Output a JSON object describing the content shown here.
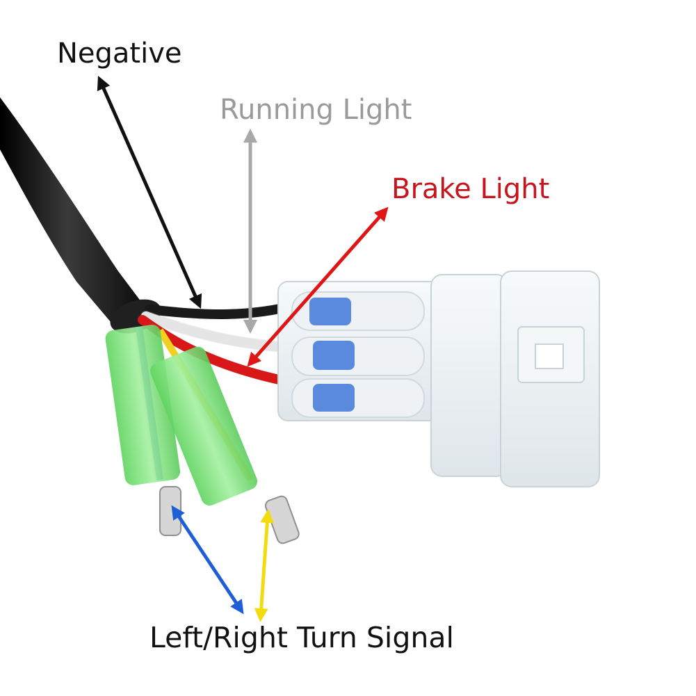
{
  "labels": {
    "negative": {
      "text": "Negative",
      "color": "#111111"
    },
    "running": {
      "text": "Running Light",
      "color": "#9a9a9a"
    },
    "brake": {
      "text": "Brake Light",
      "color": "#c8141c"
    },
    "turn_signal": {
      "text": "Left/Right Turn Signal",
      "color": "#111111"
    }
  },
  "arrow_colors": {
    "negative": "#111111",
    "running": "#a8a8a8",
    "brake": "#e01515",
    "left_turn": "#1f5fd6",
    "right_turn": "#f2dc10"
  },
  "wire_colors": {
    "sheath": "#141414",
    "black": "#1a1a1a",
    "white": "#f4f4f4",
    "red": "#d81818",
    "blue": "#2a6ad8",
    "yellow": "#f0d020",
    "sleeve": "#7ee27e",
    "connector": "#eef2f4",
    "terminal": "#d8d8d8"
  }
}
